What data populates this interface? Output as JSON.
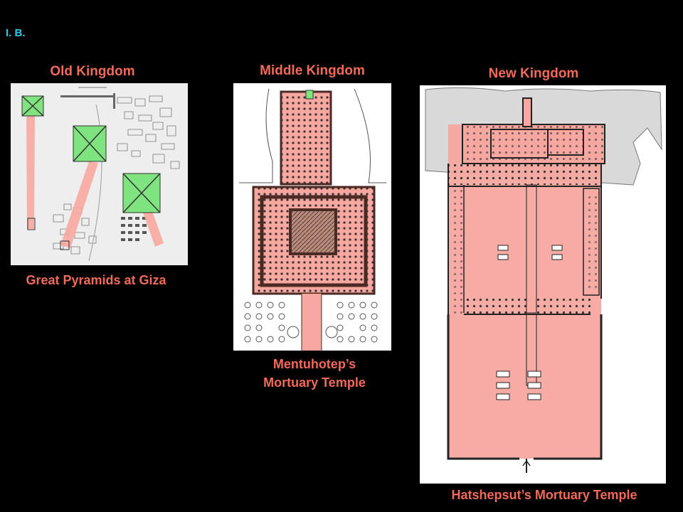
{
  "slide": {
    "section_label": "I. B.",
    "section_color": "#34c6e8",
    "accent_color": "#f26a5a",
    "highlight_color": "#f7a7a0",
    "pyramid_color": "#7fe37f"
  },
  "old_kingdom": {
    "heading": "Old Kingdom",
    "caption": "Great Pyramids at Giza"
  },
  "middle_kingdom": {
    "heading": "Middle Kingdom",
    "caption_line1": "Mentuhotep’s",
    "caption_line2": "Mortuary Temple"
  },
  "new_kingdom": {
    "heading": "New Kingdom",
    "caption": "Hatshepsut’s Mortuary Temple"
  }
}
